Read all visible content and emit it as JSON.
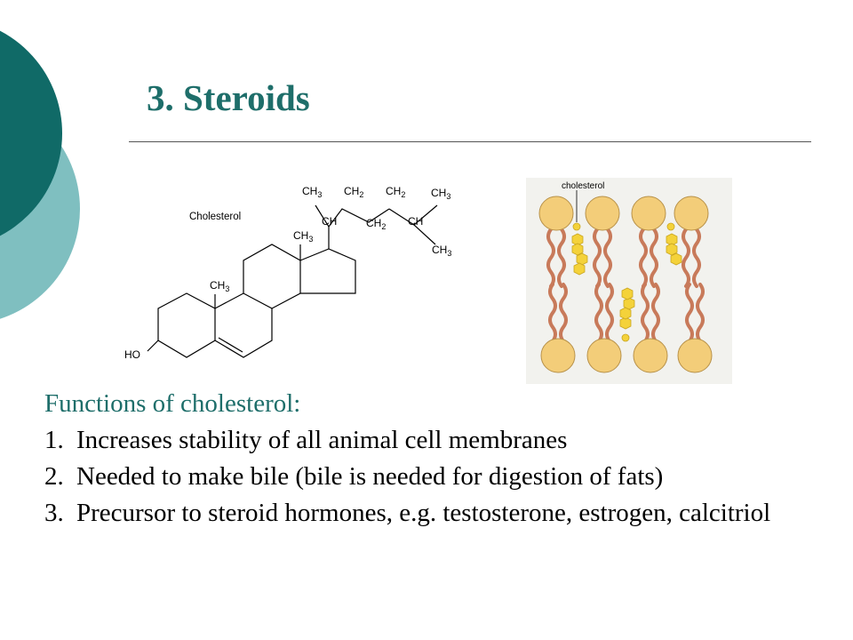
{
  "slide": {
    "title": "3. Steroids",
    "colors": {
      "accent": "#1e6e6a",
      "accent_light": "#7fbfc0",
      "lipid_head": "#f3cd79",
      "lipid_tail": "#c87a5a",
      "sterol": "#f4d23a"
    }
  },
  "structure": {
    "label": "Cholesterol",
    "groups": {
      "ch3_1": "CH",
      "ch3_1_sub": "3",
      "ch2_1": "CH",
      "ch2_1_sub": "2",
      "ch2_2": "CH",
      "ch2_2_sub": "2",
      "ch3_2": "CH",
      "ch3_2_sub": "3",
      "ch_1": "CH",
      "ch2_3": "CH",
      "ch2_3_sub": "2",
      "ch_2": "CH",
      "ch3_3": "CH",
      "ch3_3_sub": "3",
      "ch3_top": "CH",
      "ch3_top_sub": "3",
      "ch3_mid": "CH",
      "ch3_mid_sub": "3",
      "ho": "HO"
    }
  },
  "membrane_figure": {
    "label": "cholesterol"
  },
  "functions": {
    "heading": "Functions of cholesterol:",
    "items": [
      {
        "num": "1.",
        "text": "Increases stability of all animal cell membranes"
      },
      {
        "num": "2.",
        "text": "Needed to make bile (bile is needed for digestion of fats)"
      },
      {
        "num": "3.",
        "text": "Precursor to steroid hormones, e.g. testosterone, estrogen, calcitriol"
      }
    ]
  }
}
